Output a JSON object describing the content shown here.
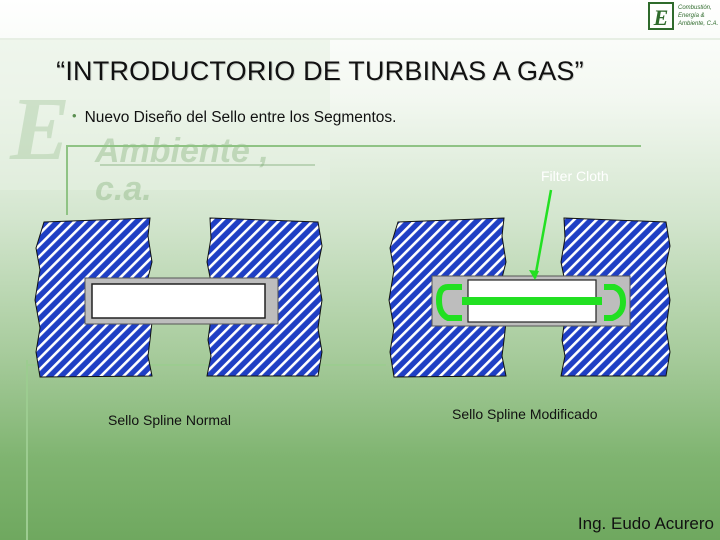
{
  "slide": {
    "title": "“INTRODUCTORIO DE TURBINAS A GAS”",
    "bullet": "Nuevo Diseño del Sello entre los Segmentos.",
    "watermark": {
      "text_line1": "E",
      "text_line2": "Ambiente, C.A.",
      "text_line2_visible": "Ambiente , c.a."
    },
    "logo": {
      "mark": "E",
      "lines": [
        "Combustión,",
        "Energía &",
        "Ambiente, C.A."
      ]
    },
    "left_caption": "Sello Spline Normal",
    "right_caption": "Sello Spline Modificado",
    "filter_label": "Filter Cloth",
    "author": "Ing. Eudo Acurero"
  },
  "colors": {
    "segment_blue": "#1f3fc4",
    "hatch_white": "#ffffff",
    "seal_gray": "#bdbdbd",
    "filter_green": "#22e022",
    "accent_green": "#5a8f50"
  }
}
